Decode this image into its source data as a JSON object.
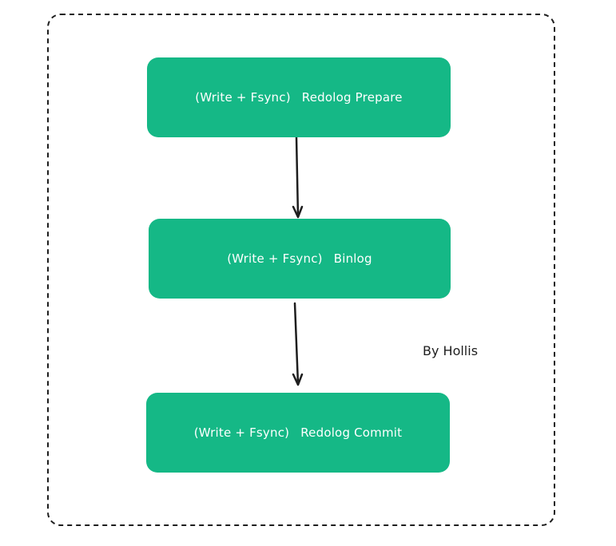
{
  "diagram": {
    "steps": [
      {
        "prefix": "(Write + Fsync)",
        "label": "Redolog Prepare"
      },
      {
        "prefix": "(Write + Fsync)",
        "label": "Binlog"
      },
      {
        "prefix": "(Write + Fsync)",
        "label": "Redolog Commit"
      }
    ],
    "byline": "By Hollis",
    "colors": {
      "box_fill": "#15b886",
      "box_text": "#ffffff",
      "arrow": "#1e1e1e",
      "frame_border": "#1e1e1e"
    }
  }
}
